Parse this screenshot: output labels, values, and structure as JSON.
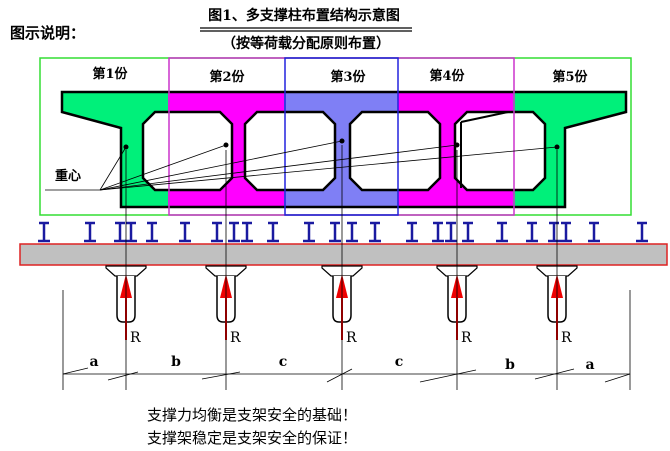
{
  "legend_label": "图示说明：",
  "title": "图1、多支撑柱布置结构示意图",
  "subtitle": "（按等荷载分配原则布置）",
  "parts": [
    "第1份",
    "第2份",
    "第3份",
    "第4份",
    "第5份"
  ],
  "centroid_label": "重心",
  "reaction_label": "R",
  "spans": [
    "a",
    "b",
    "c",
    "c",
    "b",
    "a"
  ],
  "notes": [
    "支撑力均衡是支架安全的基础！",
    "支撑架稳定是支架安全的保证！"
  ],
  "colors": {
    "green": "#00f07a",
    "magenta": "#ff00ff",
    "blue": "#7f7ff5",
    "slab": "#c0c0c0",
    "ibeam": "#1a1aa0",
    "arrow": "#ee0000"
  }
}
